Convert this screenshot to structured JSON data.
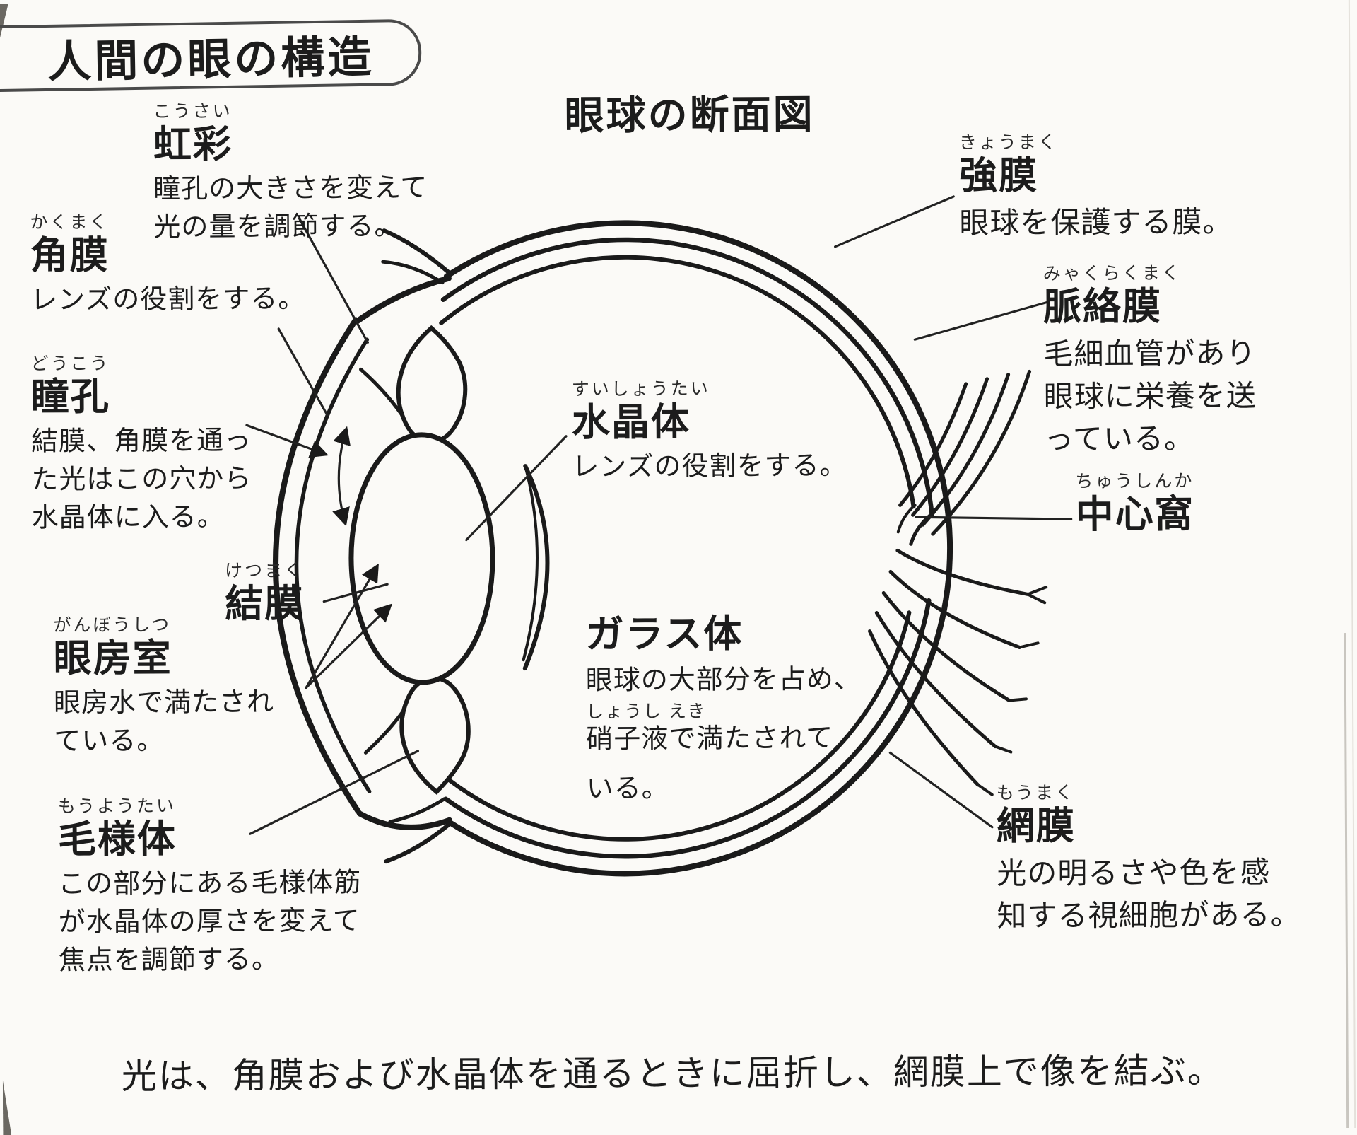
{
  "page": {
    "title": "人間の眼の構造",
    "subtitle": "眼球の断面図",
    "bottom_note": "光は、角膜および水晶体を通るときに屈折し、網膜上で像を結ぶ。"
  },
  "labels": {
    "iris": {
      "furigana": "こうさい",
      "term": "虹彩",
      "desc": "瞳孔の大きさを変えて\n光の量を調節する。"
    },
    "cornea": {
      "furigana": "かくまく",
      "term": "角膜",
      "desc": "レンズの役割をする。"
    },
    "pupil": {
      "furigana": "どうこう",
      "term": "瞳孔",
      "desc": "結膜、角膜を通っ\nた光はこの穴から\n水晶体に入る。"
    },
    "conjunctiva": {
      "furigana": "けつまく",
      "term": "結膜"
    },
    "aqueous": {
      "furigana": "がんぼうしつ",
      "term": "眼房室",
      "desc": "眼房水で満たされ\nている。"
    },
    "ciliary": {
      "furigana": "もうようたい",
      "term": "毛様体",
      "desc": "この部分にある毛様体筋\nが水晶体の厚さを変えて\n焦点を調節する。"
    },
    "lens": {
      "furigana": "すいしょうたい",
      "term": "水晶体",
      "desc": "レンズの役割をする。"
    },
    "vitreous": {
      "term": "ガラス体",
      "desc_line1": "眼球の大部分を占め、",
      "ruby_furigana": "しょうし えき",
      "desc_line2": "硝子液で満たされて",
      "desc_line3": "いる。"
    },
    "sclera": {
      "furigana": "きょうまく",
      "term": "強膜",
      "desc": "眼球を保護する膜。"
    },
    "choroid": {
      "furigana": "みゃくらくまく",
      "term": "脈絡膜",
      "desc": "毛細血管があり\n眼球に栄養を送\nっている。"
    },
    "fovea": {
      "furigana": "ちゅうしんか",
      "term": "中心窩"
    },
    "retina": {
      "furigana": "もうまく",
      "term": "網膜",
      "desc": "光の明るさや色を感\n知する視細胞がある。"
    }
  },
  "colors": {
    "ink": "#1c1c1c",
    "paper": "#fbfaf7",
    "line": "#1a1a1a"
  }
}
